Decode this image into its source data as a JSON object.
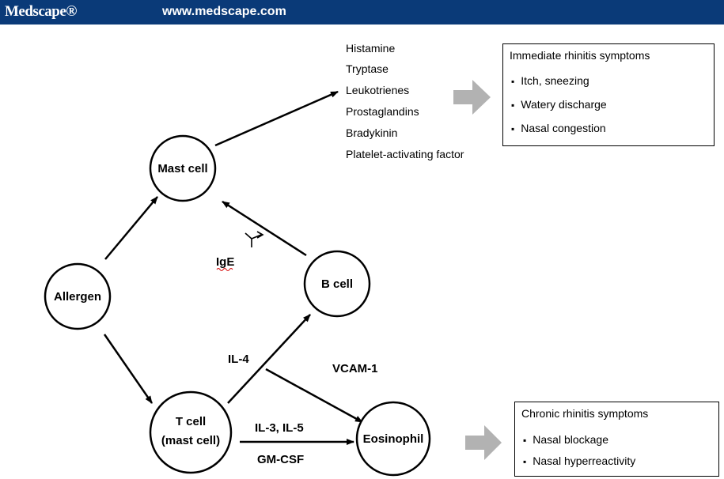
{
  "header": {
    "brand": "Medscape®",
    "url": "www.medscape.com"
  },
  "nodes": {
    "mast_cell": "Mast cell",
    "allergen": "Allergen",
    "b_cell": "B cell",
    "t_cell_line1": "T cell",
    "t_cell_line2": "(mast cell)",
    "eosinophil": "Eosinophil"
  },
  "edge_labels": {
    "ige": "IgE",
    "il4": "IL-4",
    "vcam1": "VCAM-1",
    "il3_il5": "IL-3, IL-5",
    "gmcsf": "GM-CSF"
  },
  "mediators": [
    "Histamine",
    "Tryptase",
    "Leukotrienes",
    "Prostaglandins",
    "Bradykinin",
    "Platelet-activating factor"
  ],
  "immediate_box": {
    "title": "Immediate rhinitis symptoms",
    "items": [
      "Itch, sneezing",
      "Watery discharge",
      "Nasal congestion"
    ]
  },
  "chronic_box": {
    "title": "Chronic rhinitis symptoms",
    "items": [
      "Nasal blockage",
      "Nasal hyperreactivity"
    ]
  }
}
